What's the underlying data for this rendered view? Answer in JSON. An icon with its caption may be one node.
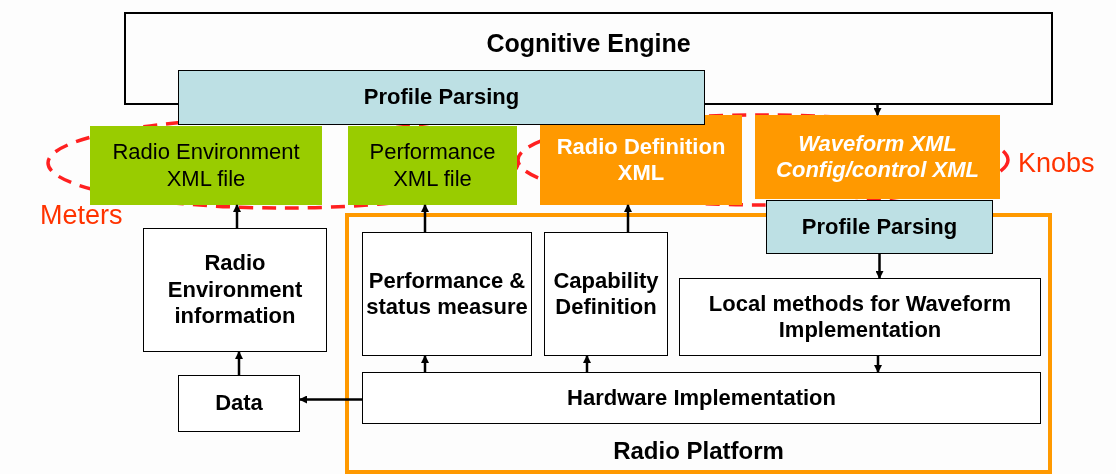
{
  "diagram": {
    "nodes": [
      {
        "text": [
          "Cognitive Engine"
        ]
      },
      {
        "text": [
          "Profile Parsing"
        ]
      },
      {
        "text": [
          "Radio Environment XML file"
        ]
      },
      {
        "text": [
          "Performance XML file"
        ]
      },
      {
        "text": [
          "Radio Definition XML"
        ]
      },
      {
        "text": [
          "Waveform XML Config/control XML"
        ]
      },
      {
        "text": [
          "Radio Platform"
        ]
      },
      {
        "text": [
          "Profile Parsing"
        ]
      },
      {
        "text": [
          "Radio Environment information"
        ]
      },
      {
        "text": [
          "Performance & status measure"
        ],
        "in": 6
      },
      {
        "text": [
          "Capability Definition"
        ],
        "in": 6
      },
      {
        "text": [
          "Local methods for Waveform Implementation"
        ],
        "in": 6
      },
      {
        "text": [
          "Data"
        ]
      },
      {
        "text": [
          "Hardware Implementation"
        ],
        "in": 6
      }
    ],
    "edges": [
      {
        "from": 0,
        "to": 5,
        "arrow": "to"
      },
      {
        "from": 7,
        "to": 11,
        "arrow": "to"
      },
      {
        "from": 11,
        "to": 13,
        "arrow": "to"
      },
      {
        "from": 13,
        "to": 9,
        "arrow": "to"
      },
      {
        "from": 13,
        "to": 10,
        "arrow": "to"
      },
      {
        "from": 13,
        "to": 12,
        "arrow": "to"
      },
      {
        "from": 12,
        "to": 8,
        "arrow": "to"
      },
      {
        "from": 8,
        "to": 2,
        "arrow": "to"
      },
      {
        "from": 9,
        "to": 3,
        "arrow": "to"
      },
      {
        "from": 10,
        "to": 4,
        "arrow": "to"
      }
    ],
    "labels": [
      "Meters",
      "Knobs"
    ]
  }
}
